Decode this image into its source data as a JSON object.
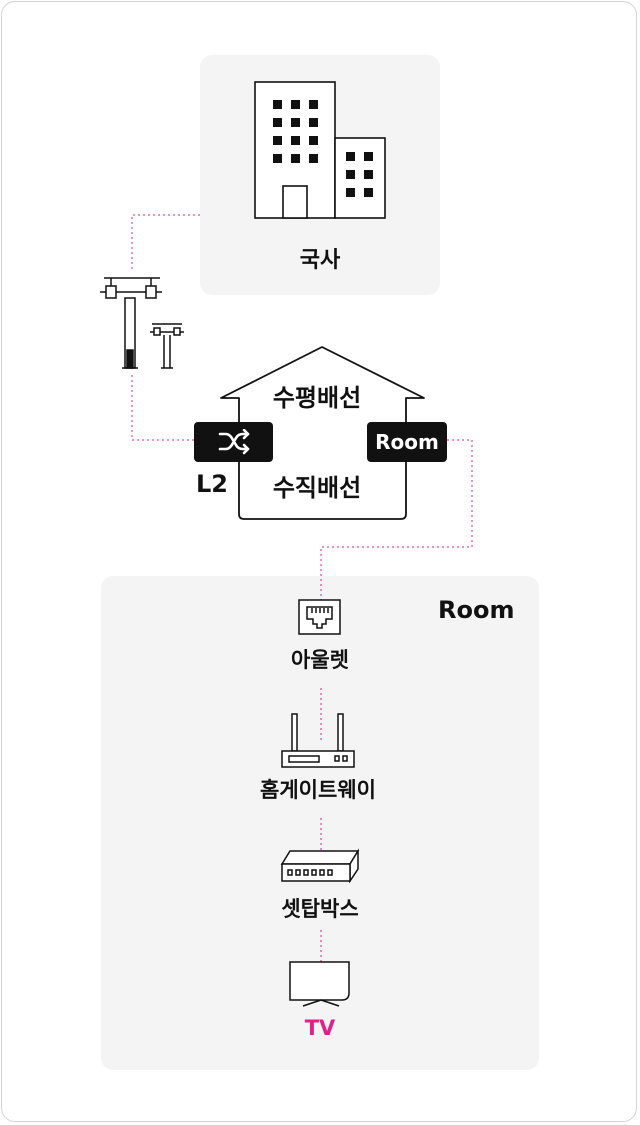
{
  "hq": {
    "label": "국사"
  },
  "building": {
    "horizontal_label": "수평배선",
    "vertical_label": "수직배선"
  },
  "switch": {
    "icon": "shuffle-icon",
    "label": "L2"
  },
  "room_badge": {
    "label": "Room"
  },
  "room_section": {
    "title": "Room",
    "devices": [
      {
        "label": "아울렛",
        "icon": "ethernet-outlet-icon"
      },
      {
        "label": "홈게이트웨이",
        "icon": "router-icon"
      },
      {
        "label": "셋탑박스",
        "icon": "settop-box-icon"
      },
      {
        "label": "TV",
        "icon": "tv-icon"
      }
    ]
  },
  "colors": {
    "connection_line": "#e0218a",
    "tv_label": "#e0218a",
    "panel_bg": "#f4f4f4",
    "badge_bg": "#111111"
  }
}
